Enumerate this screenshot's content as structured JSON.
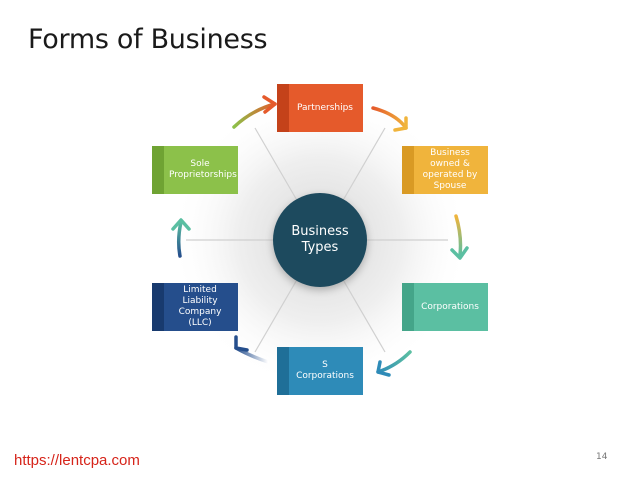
{
  "title": "Forms of Business",
  "hub": {
    "line1": "Business",
    "line2": "Types"
  },
  "nodes": {
    "partnerships": {
      "label": "Partnerships",
      "color": "#e55a2b",
      "tab": "#c4421a"
    },
    "spouse": {
      "label": "Business owned & operated by Spouse",
      "color": "#f0b43c",
      "tab": "#d99a24"
    },
    "corporations": {
      "label": "Corporations",
      "color": "#5bbfa2",
      "tab": "#44a589"
    },
    "s_corporations": {
      "label": "S Corporations",
      "color": "#2e8bb8",
      "tab": "#1f6f98"
    },
    "llc": {
      "label": "Limited Liability Company (LLC)",
      "color": "#254e8c",
      "tab": "#183a6e"
    },
    "sole": {
      "label": "Sole Proprietorships",
      "color": "#8cc14a",
      "tab": "#6fa333"
    }
  },
  "footer": {
    "url": "https://lentcpa.com",
    "page": "14"
  }
}
